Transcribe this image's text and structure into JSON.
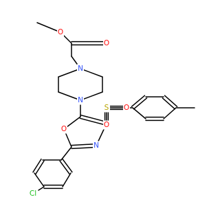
{
  "molecule": {
    "atoms": [
      {
        "id": "O-methoxy",
        "symbol": "O",
        "color": "#ff0d0d"
      },
      {
        "id": "O-carbonyl",
        "symbol": "O",
        "color": "#ff0d0d"
      },
      {
        "id": "N-piperazine-top",
        "symbol": "N",
        "color": "#3050f8"
      },
      {
        "id": "N-piperazine-bottom",
        "symbol": "N",
        "color": "#3050f8"
      },
      {
        "id": "S-sulfonyl",
        "symbol": "S",
        "color": "#b8a400"
      },
      {
        "id": "O-sulfonyl-right",
        "symbol": "O",
        "color": "#ff0d0d"
      },
      {
        "id": "O-sulfonyl-bottom",
        "symbol": "O",
        "color": "#ff0d0d"
      },
      {
        "id": "O-oxazole",
        "symbol": "O",
        "color": "#ff0d0d"
      },
      {
        "id": "N-oxazole",
        "symbol": "N",
        "color": "#3050f8"
      },
      {
        "id": "Cl-chloro",
        "symbol": "Cl",
        "color": "#1fbf1f"
      }
    ],
    "bond_color": "#000000"
  }
}
